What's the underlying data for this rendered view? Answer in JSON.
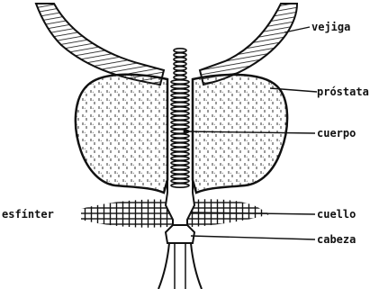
{
  "labels": {
    "vejiga": "vejiga",
    "prostata": "próstata",
    "cuerpo": "cuerpo",
    "esfinter": "esfínter",
    "cuello": "cuello",
    "cabeza": "cabeza"
  },
  "colors": {
    "ink": "#111111",
    "stipple": "#333333",
    "background": "#ffffff"
  }
}
